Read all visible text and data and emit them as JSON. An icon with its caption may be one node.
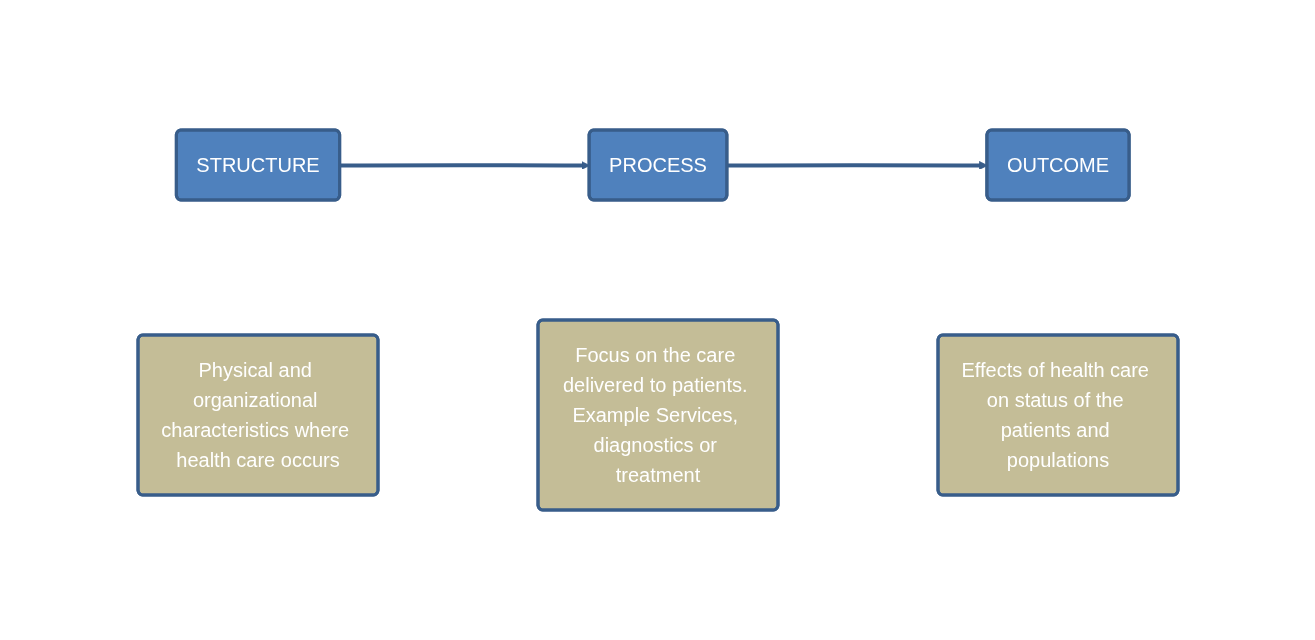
{
  "diagram": {
    "nodes": [
      {
        "text": [
          "STRUCTURE"
        ]
      },
      {
        "text": [
          "PROCESS"
        ]
      },
      {
        "text": [
          "OUTCOME"
        ]
      },
      {
        "text": [
          "Physical and organizational characteristics where health care occurs"
        ]
      },
      {
        "text": [
          "Focus on the care delivered to patients. Example Services, diagnostics or treatment"
        ]
      },
      {
        "text": [
          "Effects of health care on status of the patients and populations"
        ]
      }
    ],
    "edges": [
      {
        "from": 0,
        "to": 1,
        "arrow": "to"
      },
      {
        "from": 1,
        "to": 2,
        "arrow": "to"
      }
    ]
  }
}
